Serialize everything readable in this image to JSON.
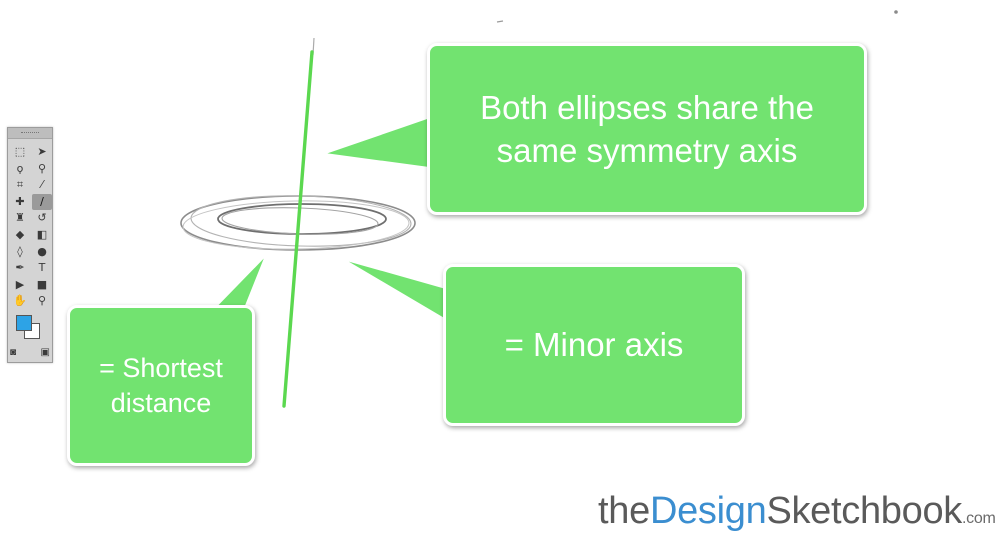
{
  "callouts": {
    "symmetry": "Both ellipses share the same symmetry axis",
    "minor": "= Minor axis",
    "shortest": "= Shortest distance"
  },
  "brand": {
    "part1": "the",
    "part2": "Design",
    "part3": "Sketchbook",
    "tld": ".com"
  },
  "colors": {
    "callout_fill": "#72e370",
    "axis_line": "#5bd84f",
    "brand_text": "#5a5a5a",
    "brand_accent": "#3b8ed0",
    "foreground_swatch": "#2da3e6"
  },
  "toolbar": {
    "tools": [
      "rect-marquee-icon",
      "move-icon",
      "lasso-icon",
      "quick-select-icon",
      "crop-icon",
      "eyedropper-icon",
      "healing-brush-icon",
      "brush-icon",
      "clone-stamp-icon",
      "history-brush-icon",
      "eraser-icon",
      "gradient-icon",
      "blur-icon",
      "dodge-icon",
      "pen-icon",
      "type-icon",
      "path-select-icon",
      "shape-icon",
      "hand-icon",
      "zoom-icon"
    ],
    "active_tool": "brush-icon"
  }
}
